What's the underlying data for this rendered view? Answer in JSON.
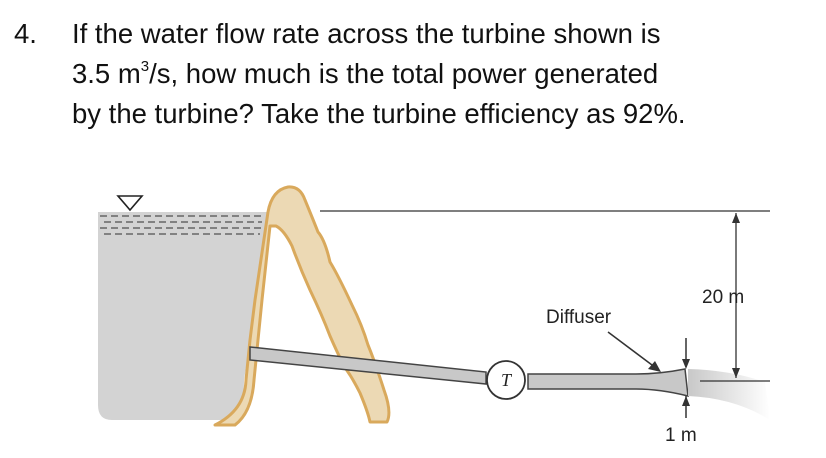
{
  "problem": {
    "number": "4.",
    "line1": "If the water flow rate across the turbine shown is",
    "line2_a": "3.5 m",
    "line2_sup": "3",
    "line2_b": "/s, how much is the total power generated",
    "line3": "by the turbine? Take the turbine efficiency as 92%."
  },
  "figure": {
    "turbine_label": "T",
    "diffuser_label": "Diffuser",
    "height_label": "20 m",
    "depth_label": "1 m"
  }
}
